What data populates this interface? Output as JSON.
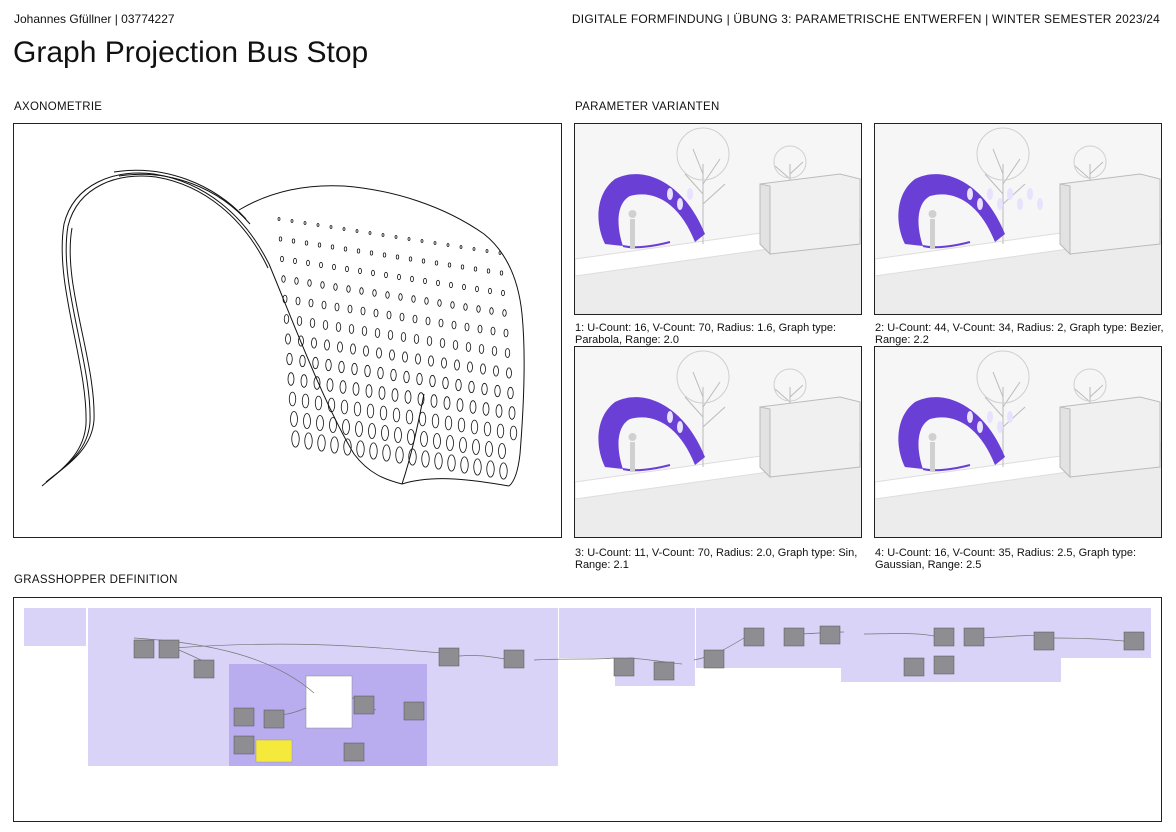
{
  "header": {
    "author": "Johannes Gfüllner | 03774227",
    "course": "DIGITALE FORMFINDUNG | ÜBUNG 3: PARAMETRISCHE ENTWERFEN | WINTER SEMESTER 2023/24",
    "title": "Graph Projection Bus Stop"
  },
  "sections": {
    "axonometrie": "AXONOMETRIE",
    "varianten": "PARAMETER VARIANTEN",
    "grasshopper": "GRASSHOPPER DEFINITION"
  },
  "variants": [
    {
      "caption": "1: U-Count: 16, V-Count: 70, Radius: 1.6, Graph type: Parabola, Range: 2.0"
    },
    {
      "caption": "2: U-Count: 44, V-Count: 34, Radius: 2, Graph type: Bezier, Range: 2.2"
    },
    {
      "caption": "3: U-Count: 11, V-Count: 70, Radius: 2.0, Graph type: Sin, Range: 2.1"
    },
    {
      "caption": "4: U-Count: 16, V-Count: 35, Radius: 2.5, Graph type: Gaussian, Range: 2.5"
    }
  ],
  "colors": {
    "shell": "#6a3fd6",
    "group": "#d9d3f7",
    "group_dark": "#b9adf0",
    "component": "#8d8d92",
    "panel": "#f5ea3c"
  }
}
